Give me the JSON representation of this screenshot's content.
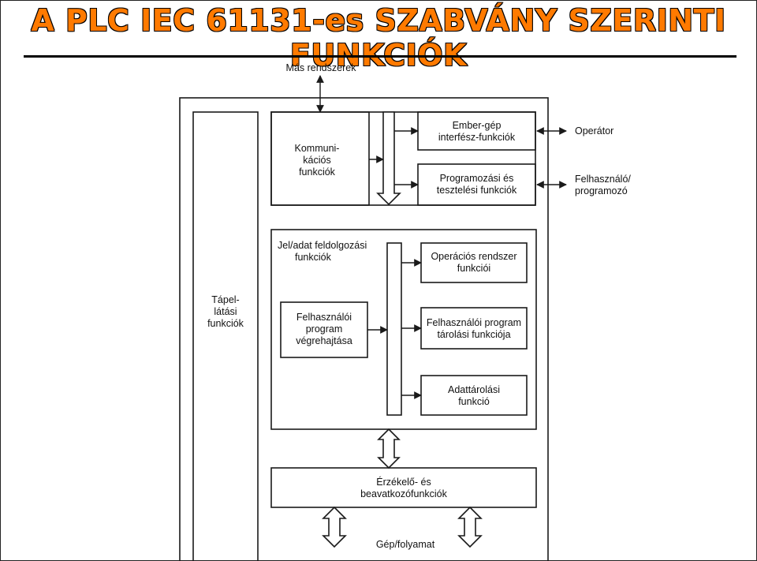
{
  "header": {
    "title": "A PLC IEC 61131-es SZABVÁNY SZERINTI FUNKCIÓK"
  },
  "diagram": {
    "external": {
      "other_systems": "Más rendszerek",
      "operator": "Operátor",
      "user_programmer": [
        "Felhasználó/",
        "programozó"
      ],
      "machine_process": "Gép/folyamat"
    },
    "boxes": {
      "communication": [
        "Kommuni-",
        "kációs",
        "funkciók"
      ],
      "hmi": [
        "Ember-gép",
        "interfész-funkciók"
      ],
      "programming": [
        "Programozási és",
        "tesztelési funkciók"
      ],
      "signal_processing": [
        "Jel/adat feldolgozási",
        "funkciók"
      ],
      "os_functions": [
        "Operációs rendszer",
        "funkciói"
      ],
      "power_supply": [
        "Tápel-",
        "látási",
        "funkciók"
      ],
      "program_execution": [
        "Felhasználói",
        "program",
        "végrehajtása"
      ],
      "program_storage": [
        "Felhasználói program",
        "tárolási funkciója"
      ],
      "data_storage": [
        "Adattárolási",
        "funkció"
      ],
      "sensor_actuator": [
        "Érzékelő- és",
        "beavatkozófunkciók"
      ]
    },
    "colors": {
      "title_fill": "#ff7a00",
      "title_outline": "#000000",
      "lines": "#1a1a1a"
    }
  }
}
